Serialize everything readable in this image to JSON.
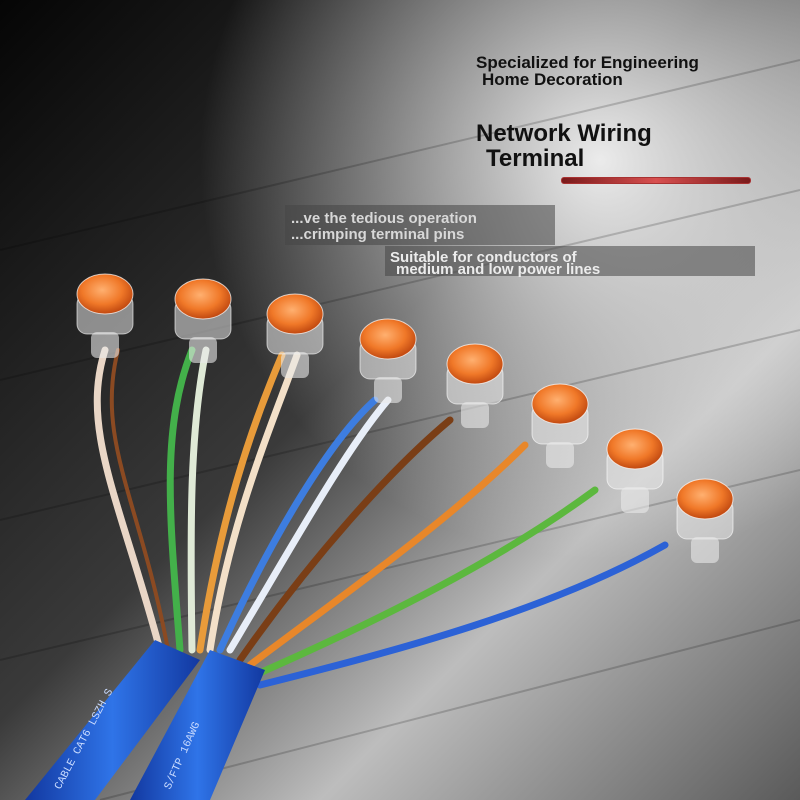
{
  "header": {
    "line1": "Specialized for Engineering",
    "line2": "Home Decoration"
  },
  "title": {
    "line1": "Network Wiring",
    "line2": "Terminal"
  },
  "description": {
    "line1": "...ve the tedious operation",
    "line2": "...crimping terminal pins"
  },
  "suitability": {
    "line1": "Suitable for conductors of",
    "line2": "medium and low power lines"
  },
  "cable_prints": [
    "CABLE CAT6 LSZH S",
    "S/FTP 16AWG"
  ],
  "colors": {
    "cable": "#1f5fd0",
    "connector_cap": "#f07828",
    "accent_bar": "#c03838"
  }
}
